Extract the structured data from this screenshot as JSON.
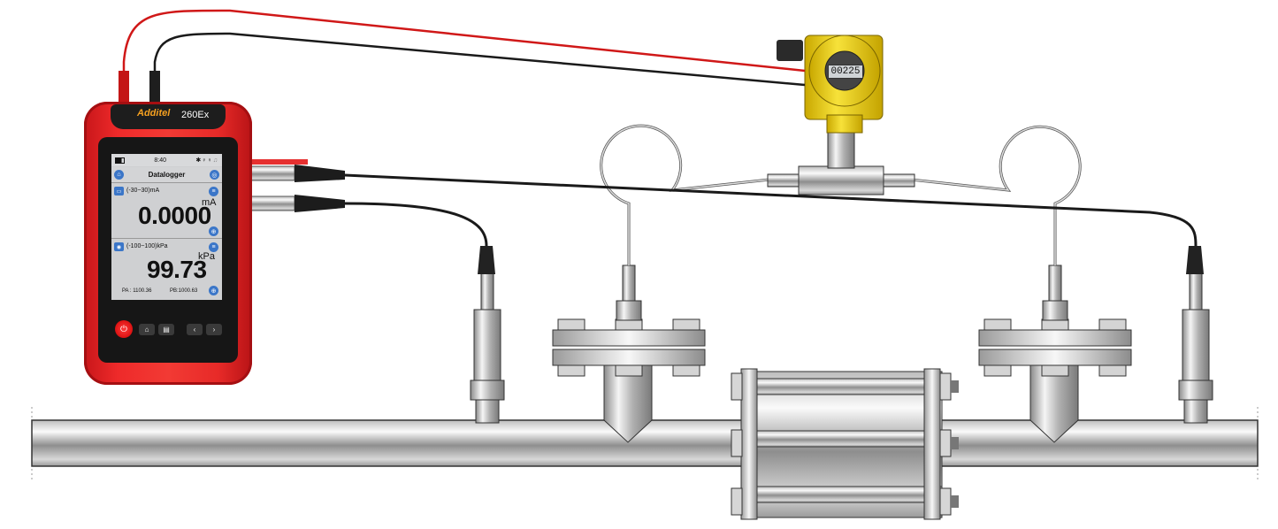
{
  "diagram": {
    "description": "Differential pressure flow meter calibration setup with handheld calibrator",
    "components": [
      "handheld-calibrator",
      "pressure-transmitter",
      "pressure-module-left",
      "pressure-module-right",
      "orifice-flow-section",
      "impulse-lines",
      "process-pipe"
    ]
  },
  "calibrator": {
    "brand": "Additel",
    "model": "260Ex",
    "body_color": "#e8262a",
    "screen": {
      "status": {
        "battery_icon": "battery-icon",
        "time": "8:40",
        "icons": [
          "bluetooth-icon",
          "sensor-icon",
          "sensor-icon",
          "bell-icon"
        ]
      },
      "title": "Datalogger",
      "panel1": {
        "range": "(-30~30)mA",
        "unit": "mA",
        "value": "0.0000"
      },
      "panel2": {
        "range": "(-100~100)kPa",
        "unit": "kPa",
        "value": "99.73",
        "pa": "PA : 1100.36",
        "pb": "PB:1000.63"
      }
    },
    "keys": {
      "power": "⏻",
      "home": "⌂",
      "task": "▤",
      "prev": "‹",
      "next": "›"
    }
  },
  "transmitter": {
    "display": "00225",
    "color": "#f2d21f"
  },
  "colors": {
    "red_lead": "#d01818",
    "black_lead": "#1a1a1a",
    "pipe_light": "#f2f2f2",
    "pipe_dark": "#8a8a8a"
  }
}
